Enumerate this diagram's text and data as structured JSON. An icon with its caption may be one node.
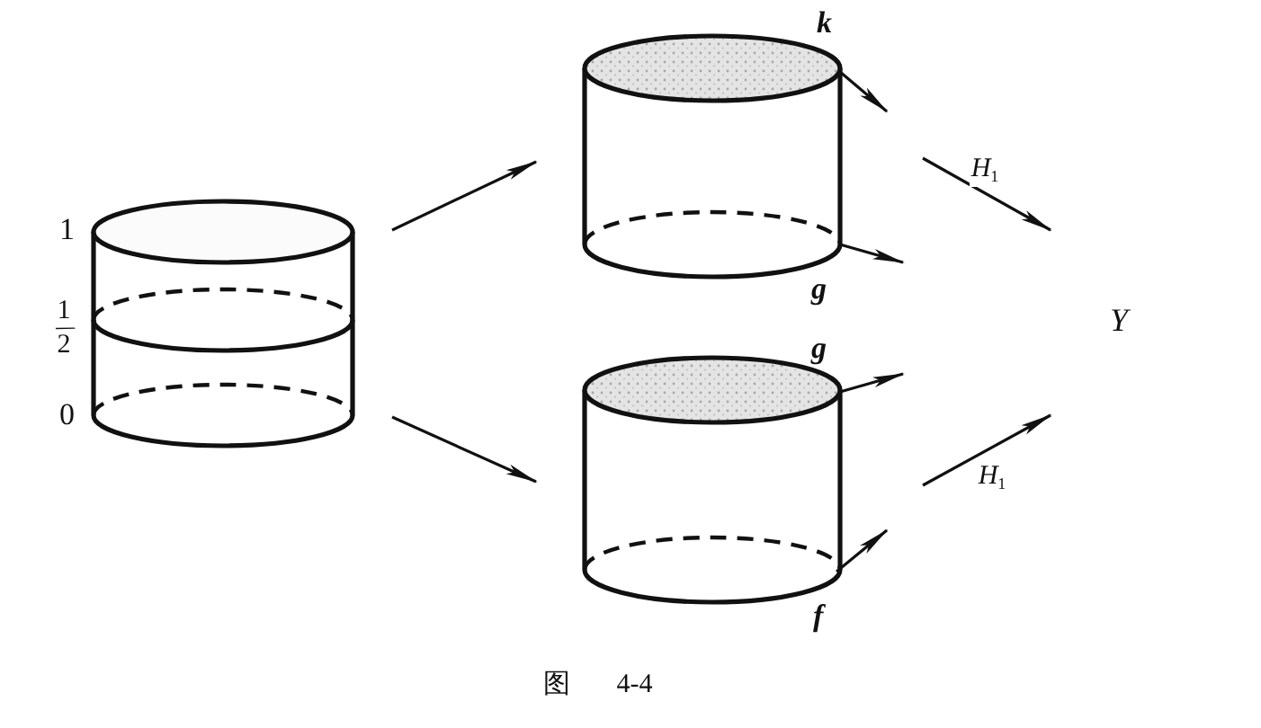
{
  "diagram": {
    "caption": "图 4-4",
    "nodes": [
      {
        "text": [],
        "shape": "cylinder",
        "beside": [
          "1",
          "1/2",
          "0"
        ]
      },
      {
        "text": [],
        "shape": "cylinder",
        "beside": [
          "k",
          "g"
        ]
      },
      {
        "text": [],
        "shape": "cylinder",
        "beside": [
          "g",
          "f"
        ]
      },
      {
        "text": [
          "Y"
        ]
      }
    ],
    "edges": [
      {
        "from": 0,
        "to": 1,
        "arrow": "to"
      },
      {
        "from": 0,
        "to": 2,
        "arrow": "to"
      },
      {
        "from": 1,
        "to": 3,
        "arrow": "to",
        "label": "H$_{1}$"
      },
      {
        "from": 2,
        "to": 3,
        "arrow": "to",
        "label": "H$_{1}$"
      },
      {
        "from": 1,
        "to": null,
        "arrow": "to"
      },
      {
        "from": 1,
        "to": null,
        "arrow": "to"
      },
      {
        "from": 2,
        "to": null,
        "arrow": "to"
      },
      {
        "from": 2,
        "to": null,
        "arrow": "to"
      }
    ]
  }
}
